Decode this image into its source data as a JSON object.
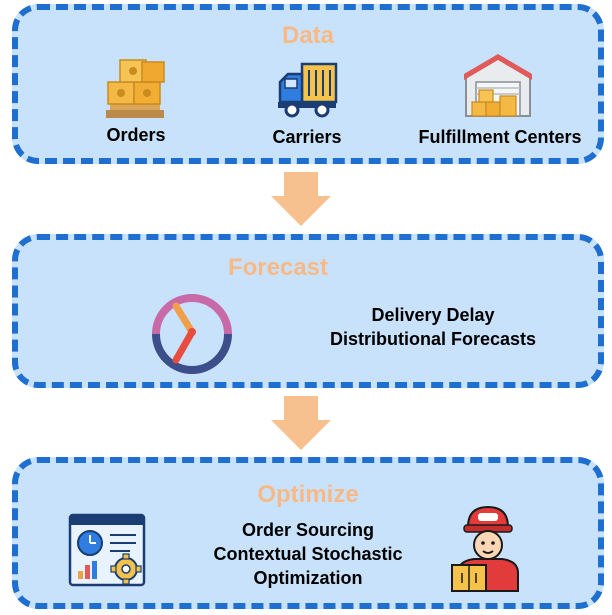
{
  "stages": {
    "data": {
      "title": "Data",
      "items": [
        {
          "label": "Orders",
          "icon": "boxes-pallet-icon"
        },
        {
          "label": "Carriers",
          "icon": "truck-icon"
        },
        {
          "label": "Fulfillment Centers",
          "icon": "warehouse-icon"
        }
      ]
    },
    "forecast": {
      "title": "Forecast",
      "icon": "clock-gauge-icon",
      "lines": [
        "Delivery Delay",
        "Distributional Forecasts"
      ]
    },
    "optimize": {
      "title": "Optimize",
      "icon_left": "dashboard-gear-icon",
      "icon_right": "delivery-worker-icon",
      "lines": [
        "Order Sourcing",
        "Contextual Stochastic",
        "Optimization"
      ]
    }
  },
  "colors": {
    "stage_fill": "#c9e2fb",
    "stage_border": "#1f6fd1",
    "title": "#f8b986",
    "arrow": "#f7c08f"
  }
}
